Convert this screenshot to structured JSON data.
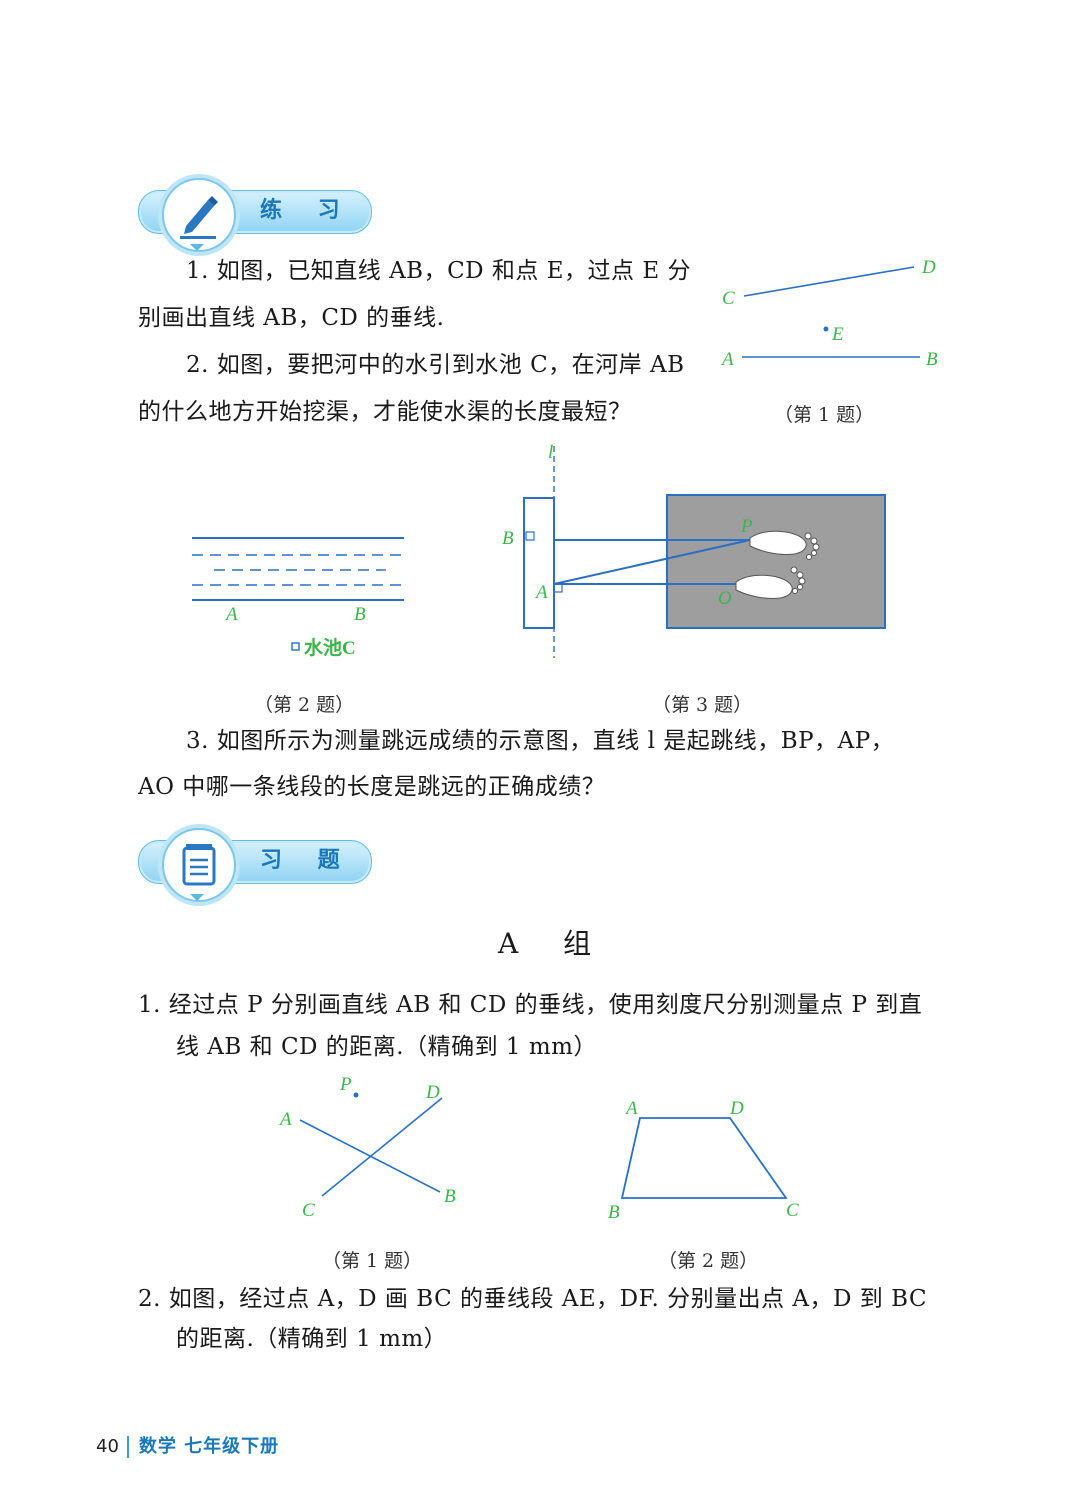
{
  "practice_banner": {
    "label": "练 习",
    "icon": "pencil-icon"
  },
  "exercise_banner": {
    "label": "习 题",
    "icon": "notepad-icon"
  },
  "practice": {
    "q1_a": "1. 如图，已知直线 AB，CD 和点 E，过点 E 分",
    "q1_b": "别画出直线 AB，CD 的垂线.",
    "q2_a": "2. 如图，要把河中的水引到水池 C，在河岸 AB",
    "q2_b": "的什么地方开始挖渠，才能使水渠的长度最短？",
    "q3_a": "3. 如图所示为测量跳远成绩的示意图，直线 l 是起跳线，BP，AP，",
    "q3_b": "AO 中哪一条线段的长度是跳远的正确成绩？"
  },
  "fig_practice1": {
    "caption": "（第 1 题）",
    "C": "C",
    "D": "D",
    "E": "E",
    "A": "A",
    "B": "B"
  },
  "fig_practice2": {
    "caption": "（第 2 题）",
    "A": "A",
    "B": "B",
    "pool": "水池C"
  },
  "fig_practice3": {
    "caption": "（第 3 题）",
    "l": "l",
    "B": "B",
    "A": "A",
    "P": "P",
    "O": "O"
  },
  "group": {
    "title": "A 组"
  },
  "exercises": {
    "q1_a": "1. 经过点 P 分别画直线 AB 和 CD 的垂线，使用刻度尺分别测量点 P 到直",
    "q1_b": "线 AB 和 CD 的距离.（精确到 1 mm）",
    "q2_a": "2. 如图，经过点 A，D 画 BC 的垂线段 AE，DF. 分别量出点 A，D 到 BC",
    "q2_b": "的距离.（精确到 1 mm）"
  },
  "fig_ex1": {
    "caption": "（第 1 题）",
    "P": "P",
    "A": "A",
    "D": "D",
    "C": "C",
    "B": "B"
  },
  "fig_ex2": {
    "caption": "（第 2 题）",
    "A": "A",
    "D": "D",
    "B": "B",
    "C": "C"
  },
  "footer": {
    "page_number": "40",
    "book_title": "数学 七年级下册"
  },
  "colors": {
    "line_blue": "#2a6fc4",
    "label_green": "#3cb44a",
    "banner_text": "#1a78b8",
    "gray_area": "#9e9e9e"
  }
}
